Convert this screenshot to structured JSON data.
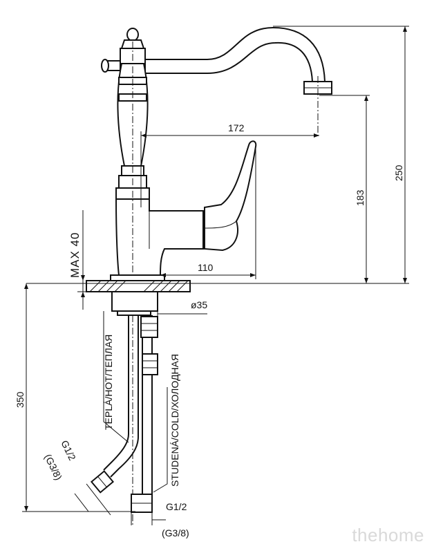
{
  "dimensions": {
    "reach": "172",
    "height_total": "250",
    "height_outlet": "183",
    "lever_offset": "110",
    "max_thickness": "MAX 40",
    "below_deck": "350",
    "shank_diameter": "ø35"
  },
  "hoses": {
    "hot_label": "TEPLÁ/HOT/ТЕПЛАЯ",
    "cold_label": "STUDENÁ/COLD/ХОЛОДНАЯ"
  },
  "connections": {
    "hot_thread": "G1/2",
    "hot_thread_alt": "(G3/8)",
    "cold_thread": "G1/2",
    "cold_thread_alt": "(G3/8)"
  },
  "watermark": "thehome"
}
